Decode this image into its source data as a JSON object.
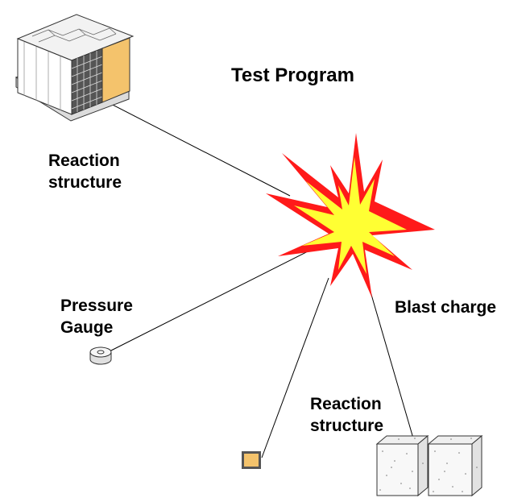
{
  "title": "Test Program",
  "labels": {
    "reaction_structure_top_line1": "Reaction",
    "reaction_structure_top_line2": "structure",
    "pressure_gauge_line1": "Pressure",
    "pressure_gauge_line2": "Gauge",
    "blast_charge": "Blast charge",
    "reaction_structure_bottom_line1": "Reaction",
    "reaction_structure_bottom_line2": "structure"
  },
  "colors": {
    "blast_outer": "#ff1a1a",
    "blast_inner": "#ffff33",
    "panel": "#f4c36c",
    "line": "#000000"
  }
}
